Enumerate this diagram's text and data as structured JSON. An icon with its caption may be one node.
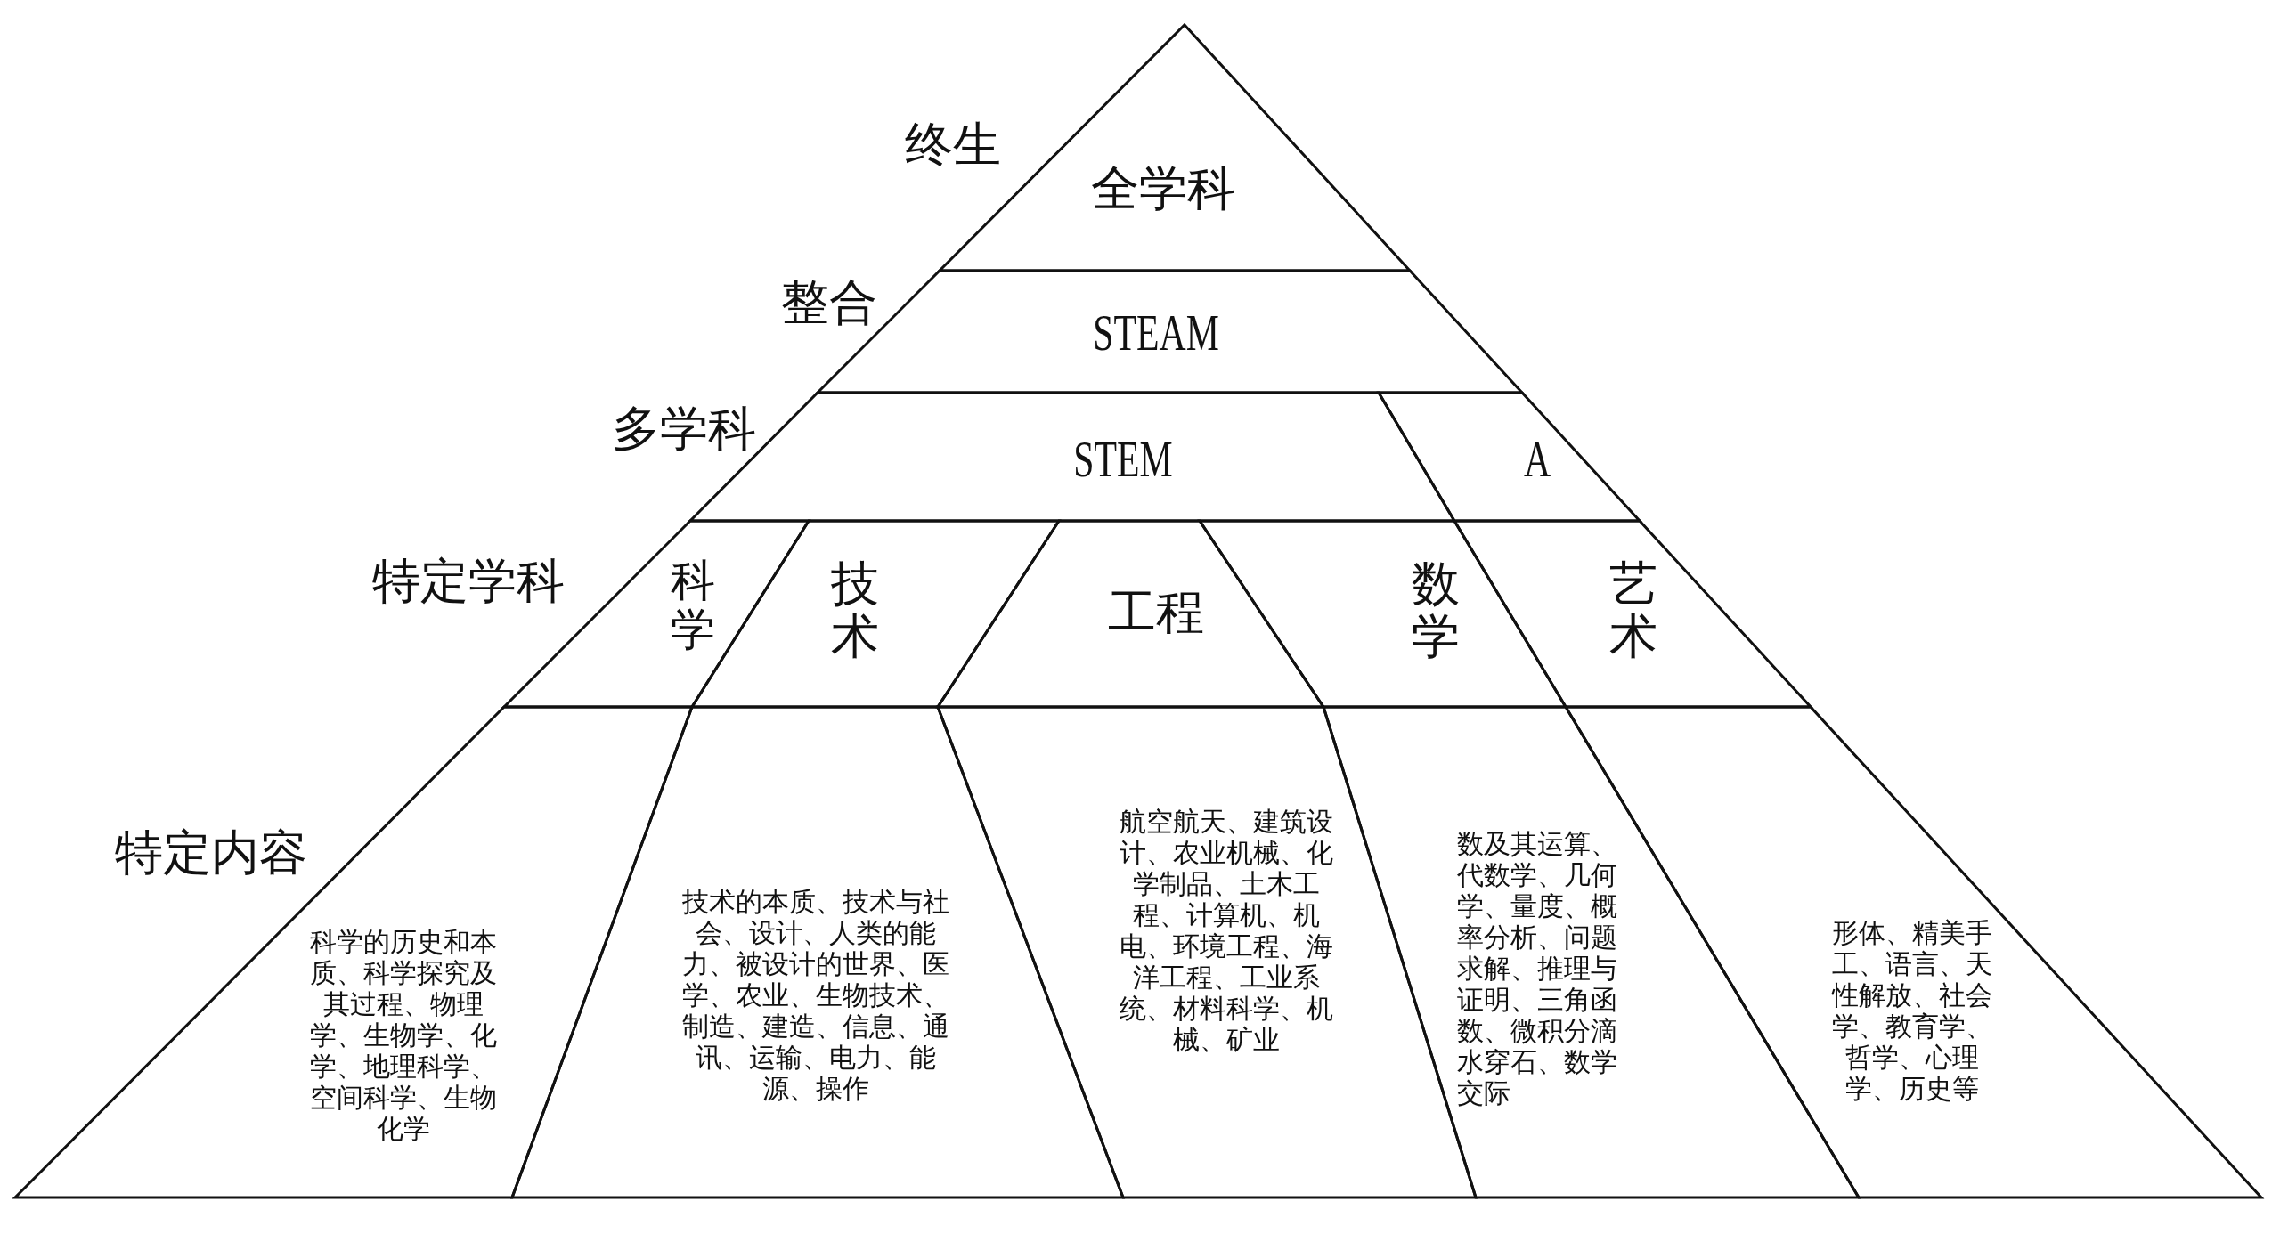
{
  "diagram": {
    "nodes": [
      {
        "text": [
          "全学科"
        ]
      },
      {
        "text": [
          "STEAM"
        ]
      },
      {
        "text": [
          "STEM"
        ]
      },
      {
        "text": [
          "A"
        ]
      },
      {
        "text": [
          "科学"
        ]
      },
      {
        "text": [
          "技术"
        ]
      },
      {
        "text": [
          "工程"
        ]
      },
      {
        "text": [
          "数学"
        ]
      },
      {
        "text": [
          "艺术"
        ]
      },
      {
        "text": [
          "科学的历史和本质、科学探究及其过程、物理学、生物学、化学、地理科学、空间科学、生物化学"
        ]
      },
      {
        "text": [
          "技术的本质、技术与社会、设计、人类的能力、被设计的世界、医学、农业、生物技术、制造、建造、信息、通讯、运输、电力、能源、操作"
        ]
      },
      {
        "text": [
          "航空航天、建筑设计、农业机械、化学制品、土木工程、计算机、机电、环境工程、海洋工程、工业系统、材料科学、机械、矿业"
        ]
      },
      {
        "text": [
          "数及其运算、代数学、几何学、量度、概率分析、问题求解、推理与证明、三角函数、微积分滴水穿石、数学交际"
        ]
      },
      {
        "text": [
          "形体、精美手工、语言、天性解放、社会学、教育学、哲学、心理学、历史等"
        ]
      }
    ],
    "labels": [
      "终生",
      "整合",
      "多学科",
      "特定学科",
      "特定内容"
    ]
  }
}
